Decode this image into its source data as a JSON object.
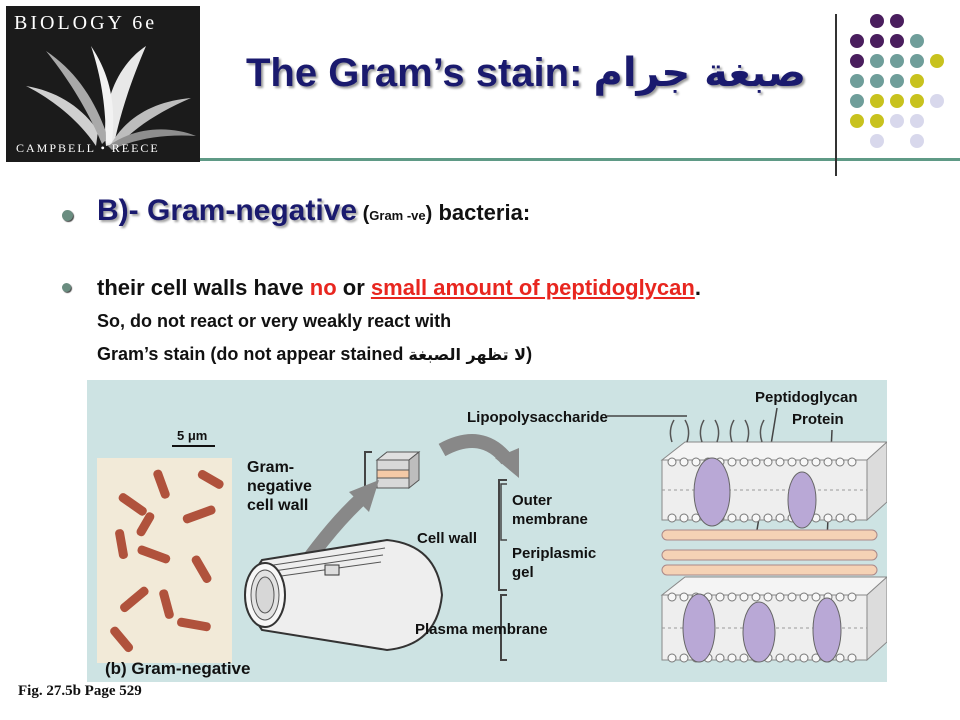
{
  "logo": {
    "line1": "BIOLOGY 6e",
    "line2": "CAMPBELL • REECE"
  },
  "title": {
    "en": "The Gram’s stain: ",
    "ar": "صبغة جرام"
  },
  "bullet1": {
    "main": "B)- Gram-negative",
    "paren_open": " (",
    "small": "Gram -ve",
    "paren_close": ")",
    "rest": " bacteria:"
  },
  "bullet2": {
    "t1": "their cell walls have ",
    "no": "no",
    "t2": " or ",
    "small_amount": "small amount of peptidoglycan",
    "t3": ". ",
    "t4": "So, do not react or very weakly react with",
    "t5": "Gram’s stain (do not appear stained ",
    "ar": "لا تظهر الصبغة",
    "t6": ")"
  },
  "figure": {
    "scale": "5 μm",
    "gram_label": [
      "Gram-",
      "negative",
      "cell wall"
    ],
    "cell_wall": "Cell wall",
    "outer": [
      "Outer",
      "membrane"
    ],
    "periplasmic": [
      "Periplasmic",
      "gel"
    ],
    "plasma": "Plasma membrane",
    "lps": "Lipopolysaccharide",
    "peptidoglycan": "Peptidoglycan",
    "protein": "Protein",
    "panel": "(b) Gram-negative"
  },
  "caption": "Fig. 27.5b Page 529",
  "colors": {
    "title": "#1a1a6e",
    "red": "#e8261f",
    "figure_bg": "#cde3e3",
    "rule": "#5f9a86",
    "purple": "#4a1e5e",
    "teal": "#6f9e9a",
    "lime": "#c8c21e",
    "lavender": "#d8d8ec"
  }
}
